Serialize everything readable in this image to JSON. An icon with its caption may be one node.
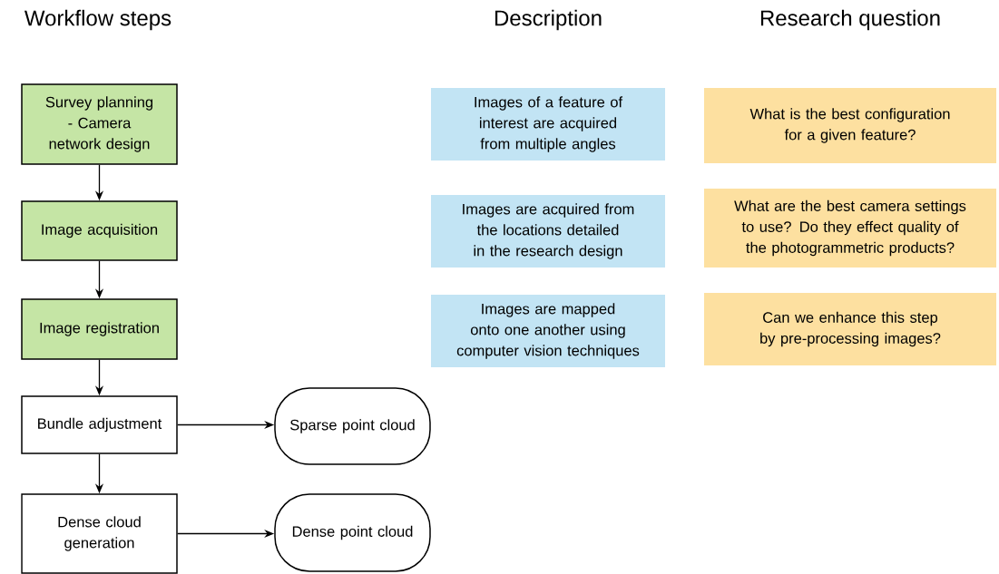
{
  "diagram": {
    "nodes": [
      {
        "text": [
          "Survey planning - Camera network design"
        ]
      },
      {
        "text": [
          "Image acquisition"
        ]
      },
      {
        "text": [
          "Image registration"
        ]
      },
      {
        "text": [
          "Bundle adjustment"
        ]
      },
      {
        "text": [
          "Dense cloud generation"
        ]
      },
      {
        "text": [
          "Sparse point cloud"
        ]
      },
      {
        "text": [
          "Dense point cloud"
        ]
      },
      {
        "text": [
          "Images of a feature of interest are acquired from multiple angles"
        ]
      },
      {
        "text": [
          "Images are acquired from the locations detailed in the research design"
        ]
      },
      {
        "text": [
          "Images are mapped onto one another using computer vision techniques"
        ]
      },
      {
        "text": [
          "What is the best configuration for a given feature?"
        ]
      },
      {
        "text": [
          "What are the best camera settings to use? Do they effect quality of the photogrammetric products?"
        ]
      },
      {
        "text": [
          "Can we enhance this step by pre-processing images?"
        ]
      }
    ],
    "edges": [
      {
        "from": 0,
        "to": 1,
        "arrow": "to"
      },
      {
        "from": 1,
        "to": 2,
        "arrow": "to"
      },
      {
        "from": 2,
        "to": 3,
        "arrow": "to"
      },
      {
        "from": 3,
        "to": 4,
        "arrow": "to"
      },
      {
        "from": 3,
        "to": 5,
        "arrow": "to"
      },
      {
        "from": 4,
        "to": 6,
        "arrow": "to"
      }
    ],
    "labels": [
      "Workflow steps",
      "Description",
      "Research question"
    ]
  }
}
